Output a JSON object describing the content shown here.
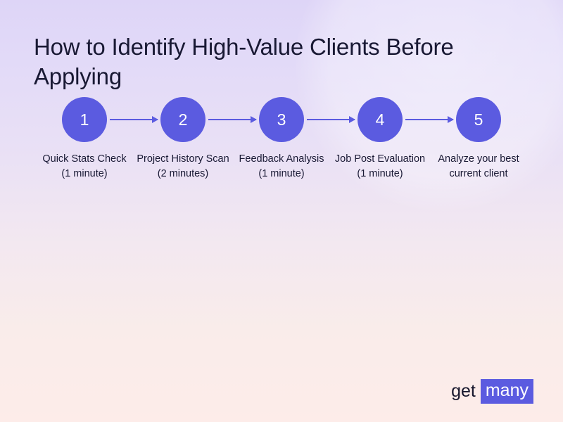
{
  "slide": {
    "title": "How to Identify High-Value Clients Before Applying",
    "background": {
      "gradient_top": "#ded5f7",
      "gradient_bottom": "#fdece9"
    },
    "accent_color": "#5b5be0",
    "text_color": "#191934"
  },
  "flow": {
    "steps": [
      {
        "number": "1",
        "label": "Quick Stats Check (1 minute)"
      },
      {
        "number": "2",
        "label": "Project History Scan (2 minutes)"
      },
      {
        "number": "3",
        "label": "Feedback Analysis (1 minute)"
      },
      {
        "number": "4",
        "label": "Job Post Evaluation (1 minute)"
      },
      {
        "number": "5",
        "label": "Analyze your best current client"
      }
    ]
  },
  "logo": {
    "word_one": "get",
    "word_two": "many"
  }
}
